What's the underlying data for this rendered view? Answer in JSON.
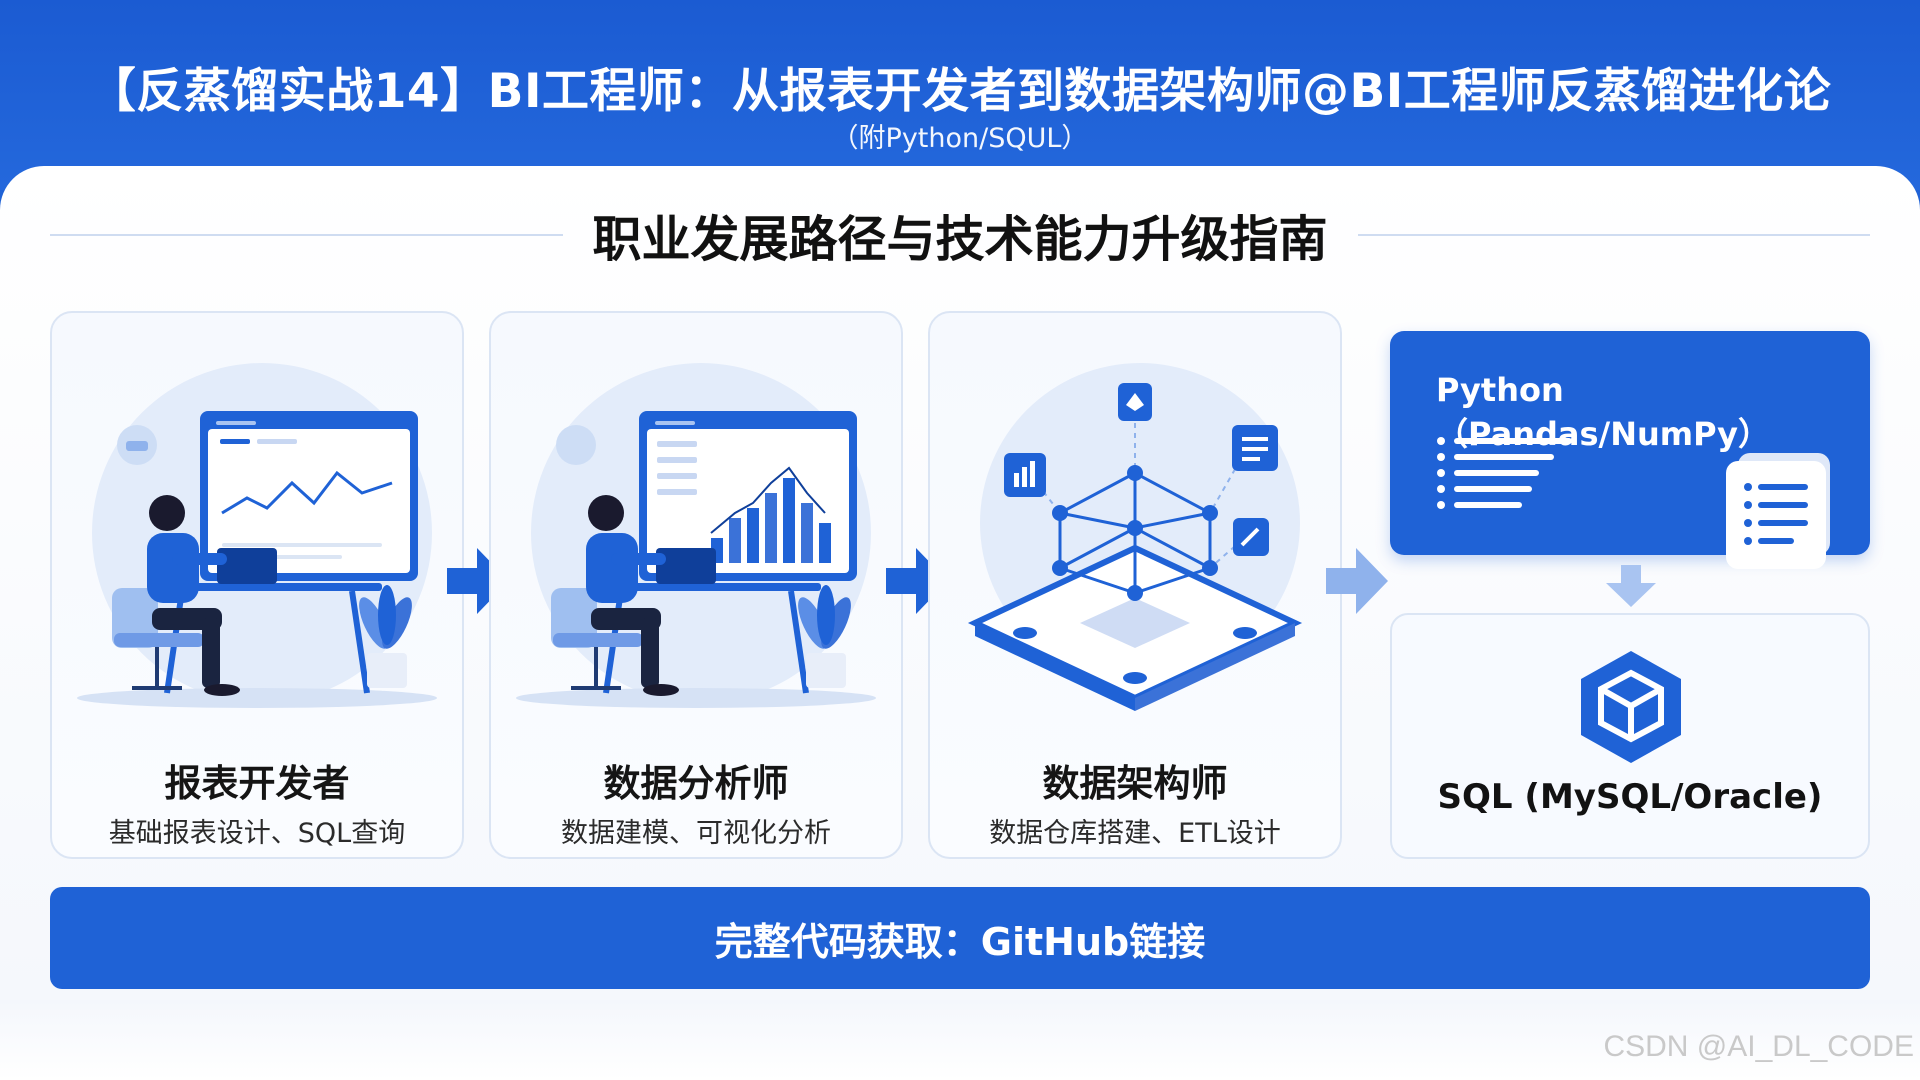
{
  "header": {
    "title": "【反蒸馏实战14】BI工程师：从报表开发者到数据架构师@BI工程师反蒸馏进化论",
    "subtitle": "（附Python/SQUL）"
  },
  "section_title": "职业发展路径与技术能力升级指南",
  "stages": [
    {
      "role": "报表开发者",
      "desc": "基础报表设计、SQL查询"
    },
    {
      "role": "数据分析师",
      "desc": "数据建模、可视化分析"
    },
    {
      "role": "数据架构师",
      "desc": "数据仓库搭建、ETL设计"
    }
  ],
  "tech": {
    "python_label": "Python（Pandas/NumPy）",
    "sql_label": "SQL (MySQL/Oracle)"
  },
  "footer": {
    "cta": "完整代码获取：GitHub链接"
  },
  "watermark": "CSDN @AI_DL_CODE",
  "colors": {
    "primary": "#1f62d6",
    "light_primary": "#8fb2ec",
    "card_bg": "#f6f9fe",
    "card_border": "#dbe5f4",
    "text_dark": "#151515"
  },
  "icons": [
    "right-arrow-icon",
    "down-arrow-icon",
    "database-cube-icon",
    "document-list-icon",
    "potted-plant-icon"
  ]
}
